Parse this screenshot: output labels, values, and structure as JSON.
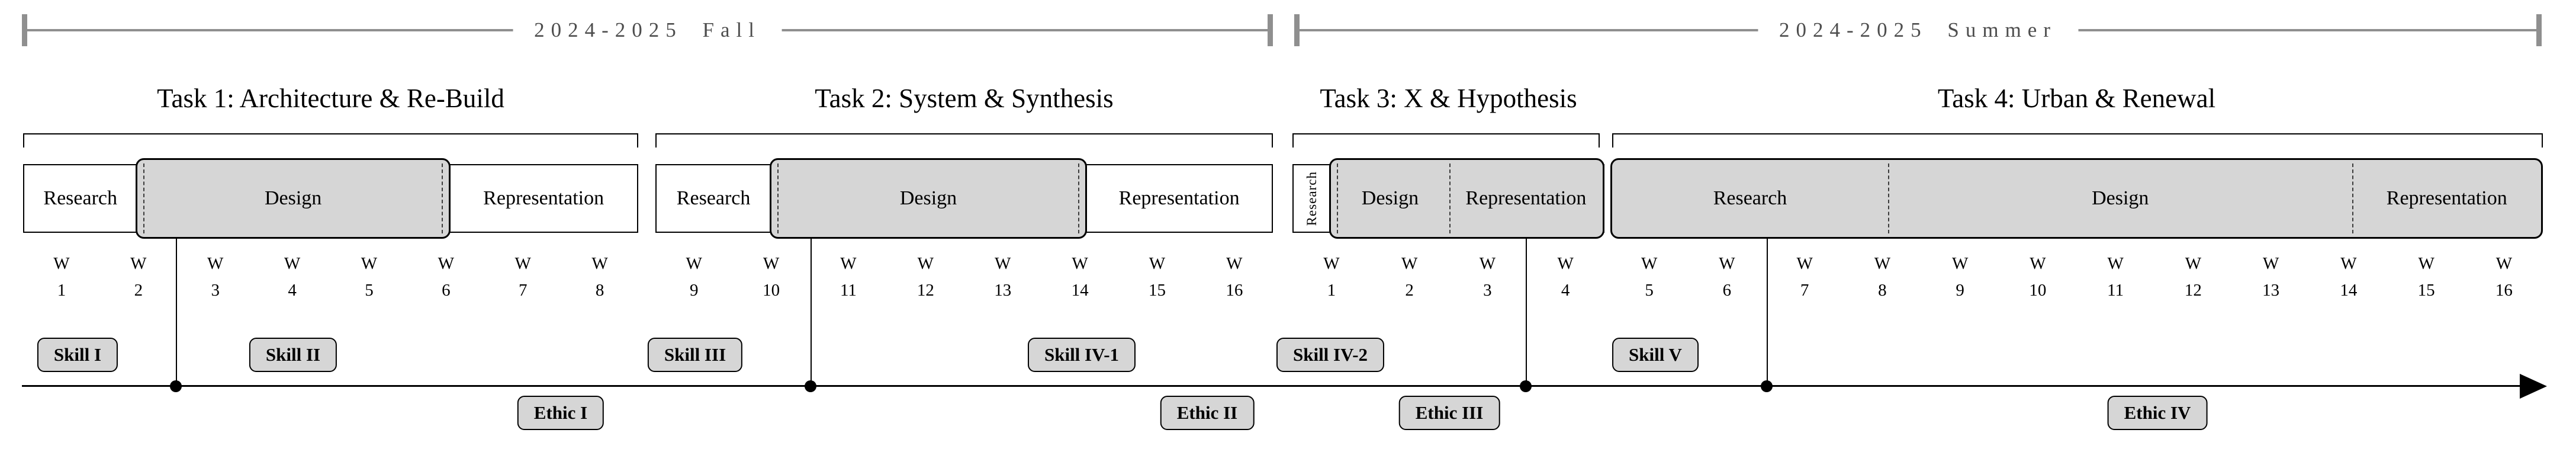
{
  "week_prefix": "W",
  "semesters": [
    {
      "label": "2024-2025 Fall"
    },
    {
      "label": "2024-2025 Summer"
    }
  ],
  "tasks": [
    {
      "title": "Task 1: Architecture & Re-Build",
      "phases": {
        "research": "Research",
        "design": "Design",
        "representation": "Representation"
      },
      "weeks": [
        "1",
        "2",
        "3",
        "4",
        "5",
        "6",
        "7",
        "8"
      ]
    },
    {
      "title": "Task 2: System & Synthesis",
      "phases": {
        "research": "Research",
        "design": "Design",
        "representation": "Representation"
      },
      "weeks": [
        "9",
        "10",
        "11",
        "12",
        "13",
        "14",
        "15",
        "16"
      ]
    },
    {
      "title": "Task 3: X & Hypothesis",
      "phases": {
        "research": "Research",
        "design": "Design",
        "representation": "Representation"
      },
      "weeks": [
        "1",
        "2",
        "3",
        "4"
      ]
    },
    {
      "title": "Task 4: Urban & Renewal",
      "phases": {
        "research": "Research",
        "design": "Design",
        "representation": "Representation"
      },
      "weeks": [
        "5",
        "6",
        "7",
        "8",
        "9",
        "10",
        "11",
        "12",
        "13",
        "14",
        "15",
        "16"
      ]
    }
  ],
  "skills": [
    {
      "label": "Skill I"
    },
    {
      "label": "Skill II"
    },
    {
      "label": "Skill III"
    },
    {
      "label": "Skill IV-1"
    },
    {
      "label": "Skill IV-2"
    },
    {
      "label": "Skill V"
    }
  ],
  "ethics": [
    {
      "label": "Ethic I"
    },
    {
      "label": "Ethic II"
    },
    {
      "label": "Ethic III"
    },
    {
      "label": "Ethic IV"
    }
  ],
  "colors": {
    "phase_fill": "#d6d6d6",
    "badge_fill": "#d6d6d6",
    "semester_line": "#8f8f8f",
    "semester_text": "#4d4d4d",
    "outline": "#000000"
  }
}
